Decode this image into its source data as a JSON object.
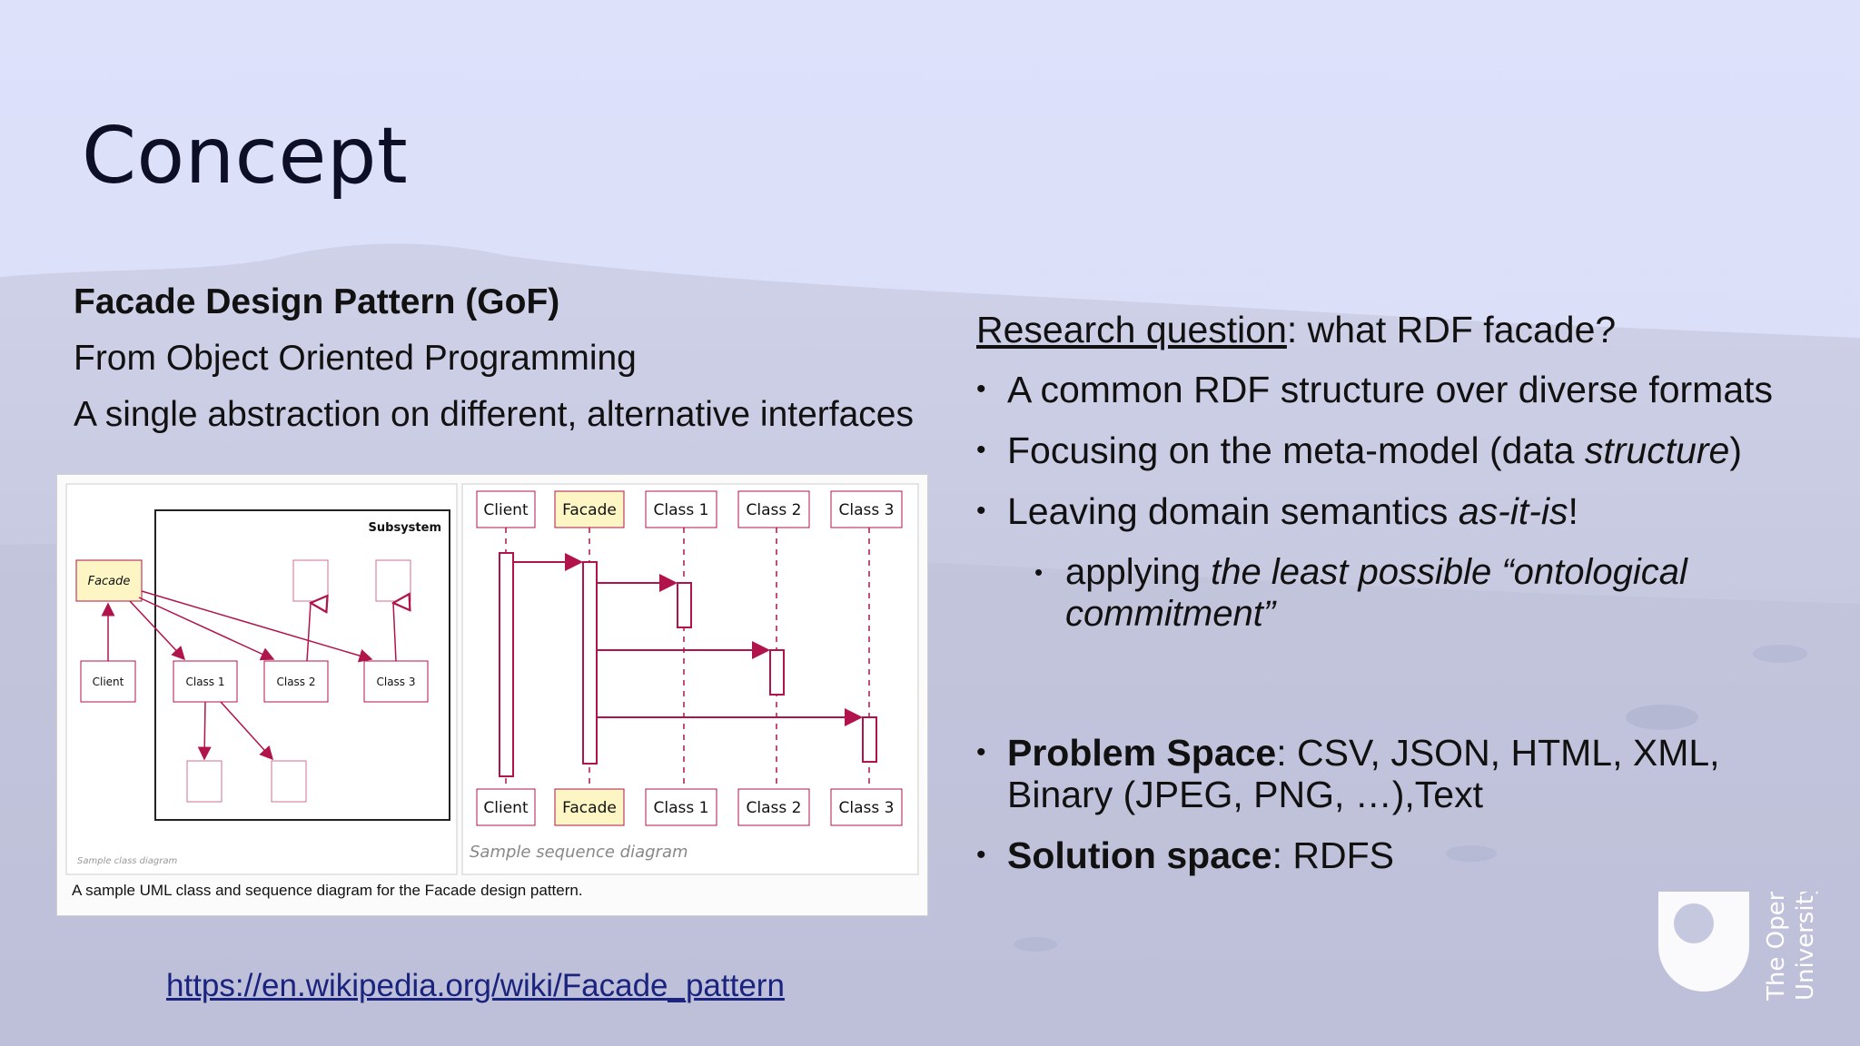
{
  "slide": {
    "title": "Concept",
    "left": {
      "heading": "Facade Design Pattern (GoF)",
      "line1": "From Object Oriented Programming",
      "line2": "A single abstraction on different, alternative interfaces"
    },
    "figure": {
      "subsystem_label": "Subsystem",
      "class_facade": "Facade",
      "class_client": "Client",
      "class_1": "Class 1",
      "class_2": "Class 2",
      "class_3": "Class 3",
      "class_diagram_label": "Sample class diagram",
      "seq_client": "Client",
      "seq_facade": "Facade",
      "seq_class1": "Class 1",
      "seq_class2": "Class 2",
      "seq_class3": "Class 3",
      "seq_diagram_label": "Sample sequence diagram",
      "caption": "A sample UML class and sequence diagram for the Facade design pattern."
    },
    "link": "https://en.wikipedia.org/wiki/Facade_pattern",
    "right": {
      "rq_label": "Research question",
      "rq_rest": ": what RDF facade?",
      "b1": "A common RDF structure over diverse formats",
      "b2_pre": "Focusing on the meta-model (data ",
      "b2_em": "structure",
      "b2_post": ")",
      "b3_pre": "Leaving domain semantics ",
      "b3_em": "as-it-is",
      "b3_post": "!",
      "sub_pre": "applying ",
      "sub_em": "the least possible “ontological commitment”",
      "b4_bold": "Problem Space",
      "b4_rest": ": CSV, JSON, HTML, XML, Binary (JPEG, PNG, …),Text",
      "b5_bold": "Solution space",
      "b5_rest": ": RDFS"
    },
    "logo_text_line1": "The Open",
    "logo_text_line2": "University",
    "colors": {
      "sky": "#dde0f8",
      "ground": "#c3c5de",
      "diagram_line": "#b0144a",
      "facade_fill": "#fdf6c4"
    }
  }
}
